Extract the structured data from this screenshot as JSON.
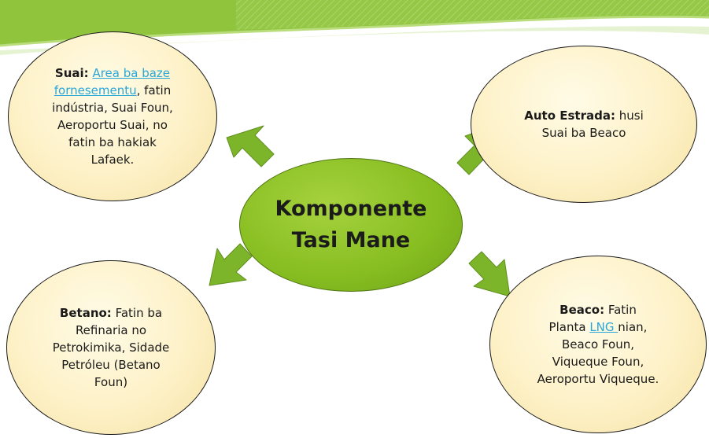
{
  "center": {
    "line1": "Komponente",
    "line2": "Tasi Mane"
  },
  "suai": {
    "title": "Suai:",
    "link_line1": "Area ba baze",
    "link_line2": "fornesementu",
    "text_after_link": ", fatin",
    "line3": "indústria, Suai Foun,",
    "line4": "Aeroportu Suai, no",
    "line5": "fatin ba hakiak",
    "line6": "Lafaek."
  },
  "auto_estrada": {
    "title": "Auto Estrada:",
    "text1": " husi",
    "line2": "Suai ba Beaco"
  },
  "betano": {
    "title": "Betano:",
    "text1": " Fatin ba",
    "line2": "Refinaria no",
    "line3": "Petrokimika, Sidade",
    "line4": "Petróleu (Betano",
    "line5": "Foun)"
  },
  "beaco": {
    "title": "Beaco:",
    "text1": " Fatin",
    "line2_pre": "Planta ",
    "link": "LNG ",
    "line2_post": "nian,",
    "line3": "Beaco Foun,",
    "line4": "Viqueque Foun,",
    "line5": "Aeroportu Viqueque."
  },
  "colors": {
    "center_fill": "#86bd20",
    "bubble_fill": "#fdf1c7",
    "arrow_fill": "#7db52a",
    "link": "#2aa7d8",
    "banner": "#8fc43c"
  }
}
